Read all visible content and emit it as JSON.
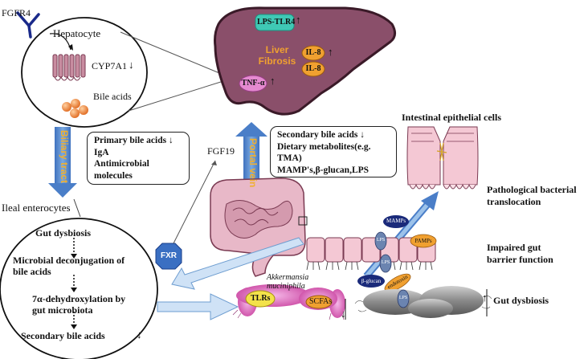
{
  "hepatocyte": {
    "receptor": "FGFR4",
    "title": "Hepatocyte",
    "enzyme": "CYP7A1",
    "enzyme_arrow": "↓",
    "bile_acids": "Bile acids"
  },
  "liver": {
    "lps_tlr4": "LPS-TLR4",
    "up_arrow": "↑",
    "fibrosis_line1": "Liver",
    "fibrosis_line2": "Fibrosis",
    "il8": "IL-8",
    "tnf": "TNF-α"
  },
  "arrows": {
    "biliary_tract": "Biliary tract",
    "portal_vein": "Portal vein"
  },
  "primary_box": {
    "line1": "Primary bile acids",
    "line1_arrow": "↓",
    "line2": "IgA",
    "line3": "Antimicrobial",
    "line4": "molecules"
  },
  "secondary_box": {
    "line1": "Secondary bile acids",
    "line1_arrow": "↓",
    "line2": "Dietary metabolites(e.g.",
    "line3": "TMA)",
    "line4": "MAMP's,β-glucan,LPS"
  },
  "fgf19": "FGF19",
  "ileal": {
    "title": "Ileal enterocytes",
    "step1": "Gut dysbiosis",
    "step2a": "Microbial deconjugation of",
    "step2b": "bile acids",
    "step3a": "7α-dehydroxylation by",
    "step3b": "gut microbiota",
    "step4": "Secondary bile acids",
    "step4_arrow": "↓",
    "fxr": "FXR"
  },
  "gut_flora": {
    "akkermansia_a": "Akkermansia",
    "akkermansia_b": "muciniphila",
    "tlr": "TLRs",
    "scfa": "SCFAs",
    "down_arrow": "↓"
  },
  "right_panel": {
    "intestinal_cells": "Intestinal epithelial cells",
    "translocation_a": "Pathological bacterial",
    "translocation_b": "translocation",
    "barrier_a": "Impaired gut",
    "barrier_b": "barrier function",
    "dysbiosis": "Gut dysbiosis",
    "up_arrow": "↑",
    "mamps": "MAMPs",
    "pamps": "PAMPs",
    "lps": "LPS",
    "beta_glucan": "β-glucan",
    "endotoxin": "endotoxin"
  },
  "colors": {
    "liver": "#8a4f6a",
    "liver_dark": "#4a2233",
    "teal": "#3fc9b5",
    "orange": "#f0a030",
    "pink": "#e58ad0",
    "arrow_blue": "#5b8fd0",
    "arrow_light": "#bcd8f2",
    "gut_pink": "#e8b8c8",
    "navy": "#1a2a7a"
  }
}
